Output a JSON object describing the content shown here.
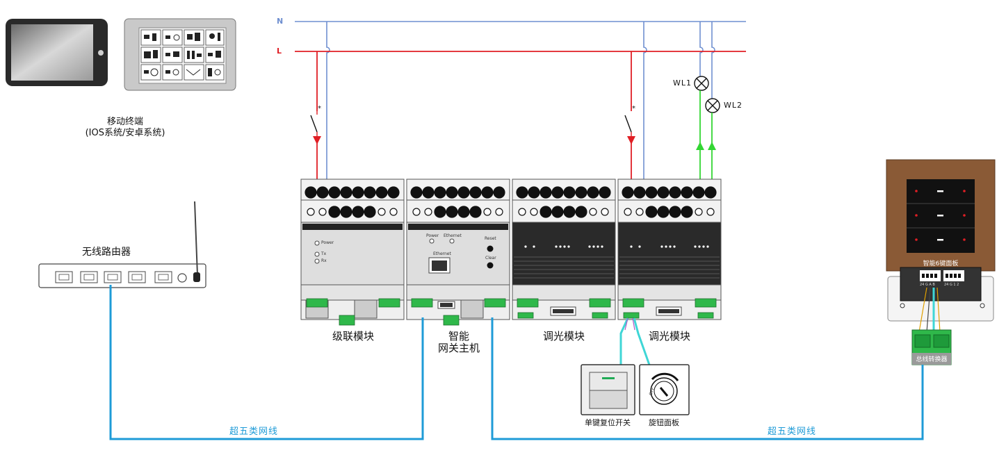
{
  "lines": {
    "neutral": "N",
    "live": "L"
  },
  "colors": {
    "neutral": "#6f8fd0",
    "live": "#e01e24",
    "load": "#33d633",
    "network": "#1e9bd7",
    "switch_wire": "#3fd6d6",
    "panel_wood": "#8a5a36"
  },
  "lamps": [
    "WL1",
    "WL2"
  ],
  "mobile": {
    "line1": "移动终端",
    "line2": "(IOS系统/安卓系统)"
  },
  "router": {
    "label": "无线路由器"
  },
  "modules": {
    "cascade": {
      "label": "级联模块",
      "leds": [
        "Power",
        "Tx",
        "Rx"
      ]
    },
    "gateway": {
      "label_line1": "智能",
      "label_line2": "网关主机",
      "leds": [
        "Power",
        "Ethernet"
      ],
      "port": "Ethernet",
      "buttons": [
        "Reset",
        "Clear"
      ]
    },
    "dimmer1": {
      "label": "调光模块"
    },
    "dimmer2": {
      "label": "调光模块"
    }
  },
  "devices": {
    "switch": "单键复位开关",
    "knob": "旋钮面板",
    "knob_off": "OFF"
  },
  "panel": {
    "label": "智能6键面板",
    "converter": "总线转换器",
    "term_left": "24 G A B",
    "term_right": "24 G 1 2"
  },
  "cables": {
    "left": "超五类网线",
    "right": "超五类网线"
  }
}
